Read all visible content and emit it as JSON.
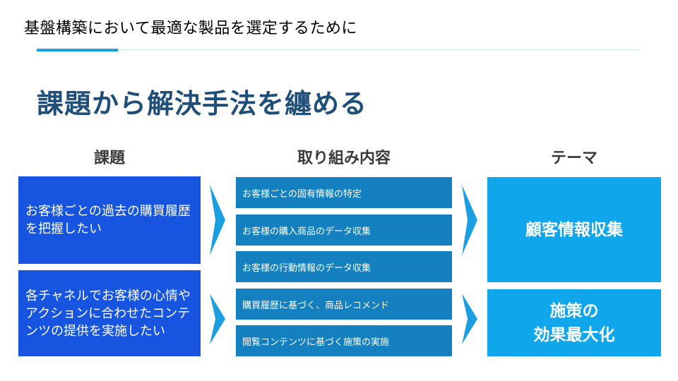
{
  "header": {
    "title": "基盤構築において最適な製品を選定するために"
  },
  "main_title": "課題から解決手法を纏める",
  "columns": {
    "issues": "課題",
    "actions": "取り組み内容",
    "themes": "テーマ"
  },
  "issues": [
    "お客様ごとの過去の購買履歴を把握したい",
    "各チャネルでお客様の心情やアクションに合わせたコンテンツの提供を実施したい"
  ],
  "actions": [
    "お客様ごとの固有情報の特定",
    "お客様の購入商品のデータ収集",
    "お客様の行動情報のデータ収集",
    "購買履歴に基づく、商品レコメンド",
    "閲覧コンテンツに基づく施策の実施"
  ],
  "themes": [
    {
      "line1": "顧客情報収集",
      "line2": ""
    },
    {
      "line1": "施策の",
      "line2": "効果最大化"
    }
  ],
  "colors": {
    "issue_box": "#1755e0",
    "action_box": "#1580c0",
    "theme_box": "#0fa6ec",
    "arrow": "#1b9fe0",
    "title": "#1f4e79",
    "accent_line": "#1ba1e2"
  }
}
